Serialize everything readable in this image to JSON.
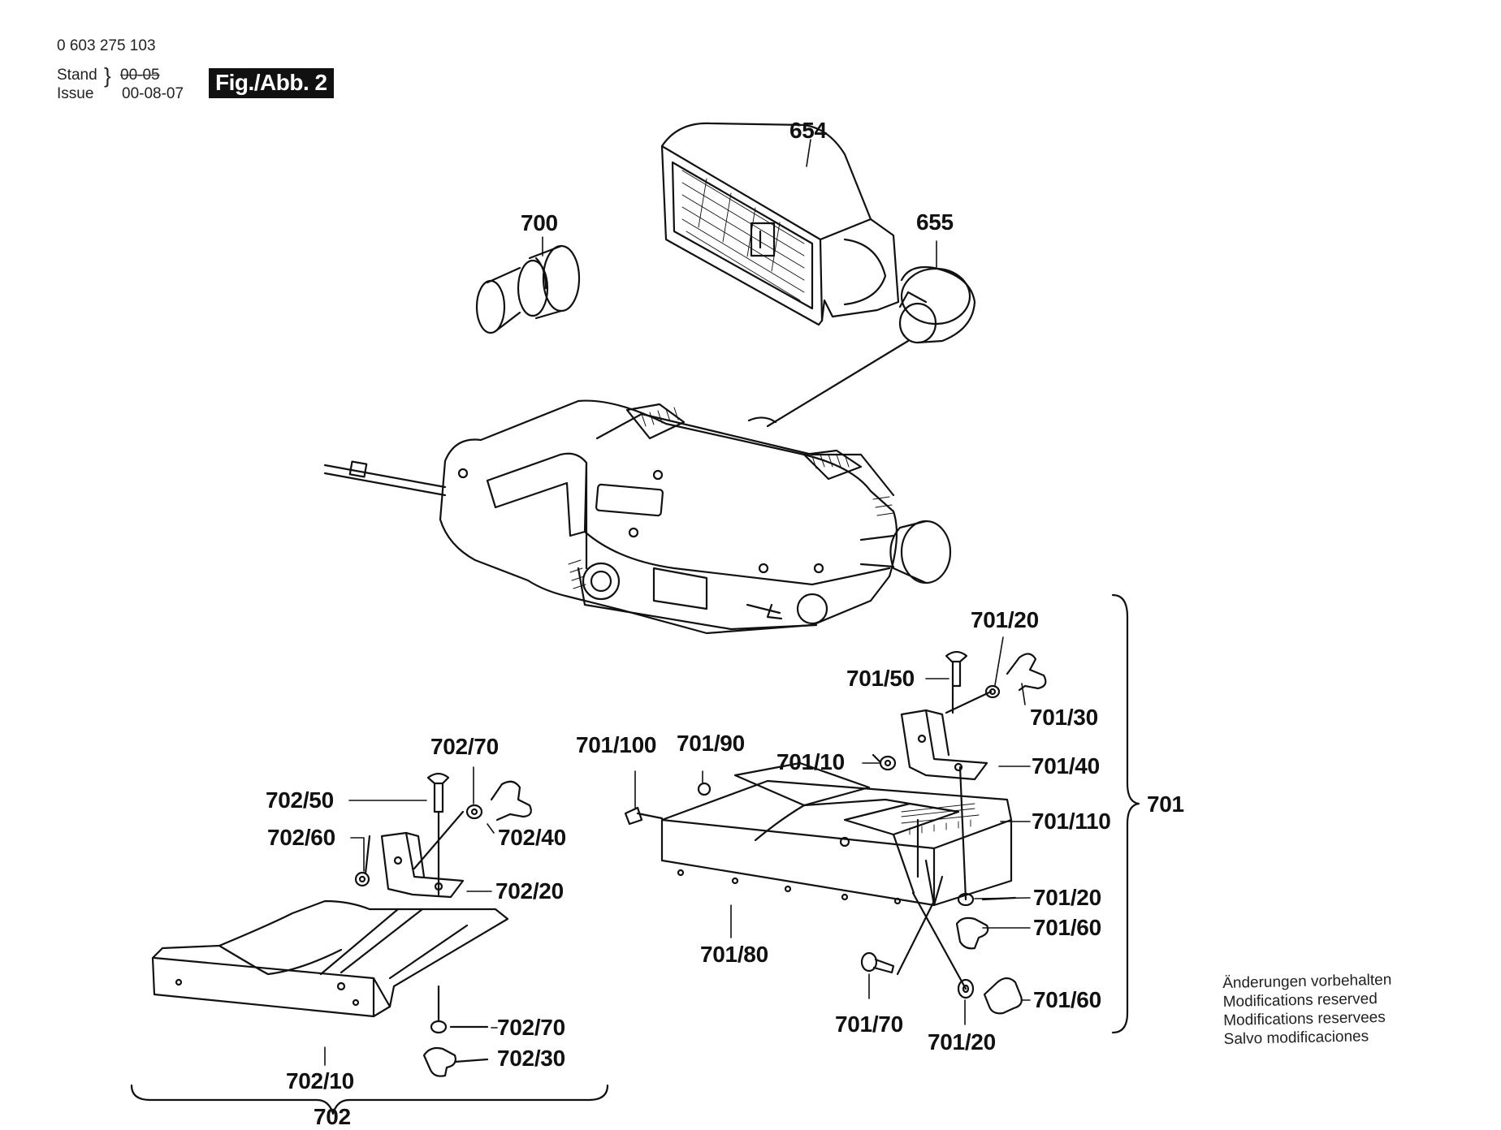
{
  "header": {
    "part_number": "0 603 275 103",
    "stand_label": "Stand",
    "issue_label": "Issue",
    "old_date": "00-05",
    "issue_date": "00-08-07",
    "figure_label": "Fig./Abb. 2"
  },
  "callouts": {
    "p654": "654",
    "p655": "655",
    "p700": "700",
    "p701_20_top": "701/20",
    "p701_50": "701/50",
    "p701_30": "701/30",
    "p701_100": "701/100",
    "p701_90": "701/90",
    "p701_10": "701/10",
    "p701_40": "701/40",
    "p701_110": "701/110",
    "p701": "701",
    "p701_20_mid": "701/20",
    "p701_60_a": "701/60",
    "p701_80": "701/80",
    "p701_70": "701/70",
    "p701_20_bot": "701/20",
    "p701_60_b": "701/60",
    "p702_70_top": "702/70",
    "p702_50": "702/50",
    "p702_40": "702/40",
    "p702_60": "702/60",
    "p702_20": "702/20",
    "p702_70_bot": "702/70",
    "p702_30": "702/30",
    "p702_10": "702/10",
    "p702": "702"
  },
  "notice": {
    "line1": "Änderungen vorbehalten",
    "line2": "Modifications reserved",
    "line3": "Modifications reservees",
    "line4": "Salvo modificaciones"
  }
}
